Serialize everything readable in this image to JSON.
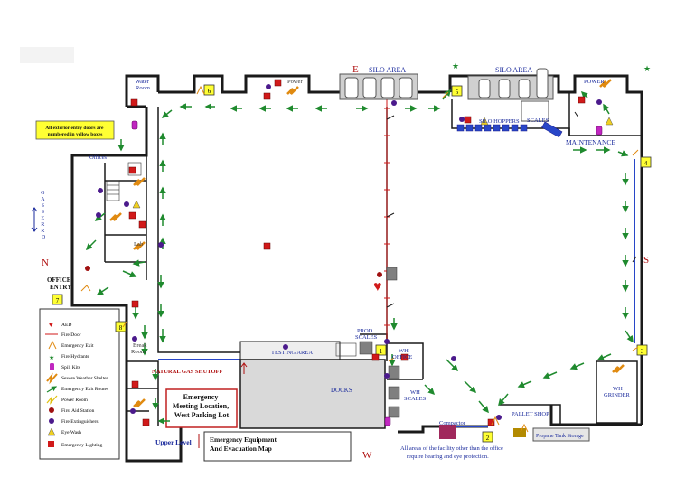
{
  "labels": {
    "water_room": [
      "Water",
      "Room"
    ],
    "power_top": "Power",
    "silo_area_1": "SILO AREA",
    "silo_area_2": "SILO AREA",
    "power_right": "POWER",
    "silo_hoppers": "SILO HOPPERS",
    "scales": "SCALES",
    "maintenance": "MAINTENANCE",
    "offices": "Offices",
    "lab": "Lab",
    "office_entry": [
      "OFFICE",
      "ENTRY"
    ],
    "break_room": [
      "Break",
      "Room"
    ],
    "testing_area": "TESTING AREA",
    "prod_scales": [
      "PROD.",
      "SCALES"
    ],
    "wh_office": [
      "WH",
      "OFFICE"
    ],
    "docks": "DOCKS",
    "wh_scales": [
      "WH",
      "SCALES"
    ],
    "compactor": "Compactor",
    "pallet_shop": "PALLET SHOP",
    "wh_grinder": [
      "WH",
      "GRINDER"
    ],
    "propane": "Propane Tank Storage",
    "natural_gas": "NATURAL GAS SHUTOFF",
    "upper_level": "Upper Level",
    "meeting": [
      "Emergency",
      "Meeting Location,",
      "West Parking Lot"
    ],
    "title": [
      "Emergency Equipment",
      "And Evacuation Map"
    ],
    "entry_note": [
      "All exterior entry doors are",
      "numbered in yellow boxes"
    ],
    "hearing_note": [
      "All areas of the facility other than the office",
      "require hearing and eye protection."
    ],
    "gasser_road": [
      "G",
      "A",
      "S",
      "S",
      "E",
      "R",
      "",
      "R",
      "D"
    ],
    "compass_n": "N",
    "compass_e": "E",
    "compass_s": "S",
    "compass_w": "W"
  },
  "doors": [
    "1",
    "2",
    "3",
    "4",
    "5",
    "6",
    "7",
    "8"
  ],
  "legend": [
    {
      "label": "AED",
      "icon": "aed-icon"
    },
    {
      "label": "Fire Door",
      "icon": "fire-door-icon"
    },
    {
      "label": "Emergency Exit",
      "icon": "emergency-exit-icon"
    },
    {
      "label": "Fire Hydrants",
      "icon": "fire-hydrant-icon"
    },
    {
      "label": "Spill Kits",
      "icon": "spill-kit-icon"
    },
    {
      "label": "Severe Weather Shelter",
      "icon": "weather-shelter-icon"
    },
    {
      "label": "Emergency Exit Routes",
      "icon": "exit-route-icon"
    },
    {
      "label": "Power Room",
      "icon": "power-room-icon"
    },
    {
      "label": "First Aid Station",
      "icon": "first-aid-icon"
    },
    {
      "label": "Fire Extinguishers",
      "icon": "fire-extinguisher-icon"
    },
    {
      "label": "Eye Wash",
      "icon": "eye-wash-icon"
    },
    {
      "label": "Emergency Lighting",
      "icon": "emergency-lighting-icon"
    }
  ],
  "colors": {
    "wall": "#1a1a1a",
    "route": "#1f8a2e",
    "fire_door": "#d11a1a",
    "blue_wall": "#2846c8",
    "door_box": "#ffff33",
    "dock_fill": "#d9d9d9",
    "text_blue": "#1a2a9c",
    "text_red": "#b01010"
  }
}
